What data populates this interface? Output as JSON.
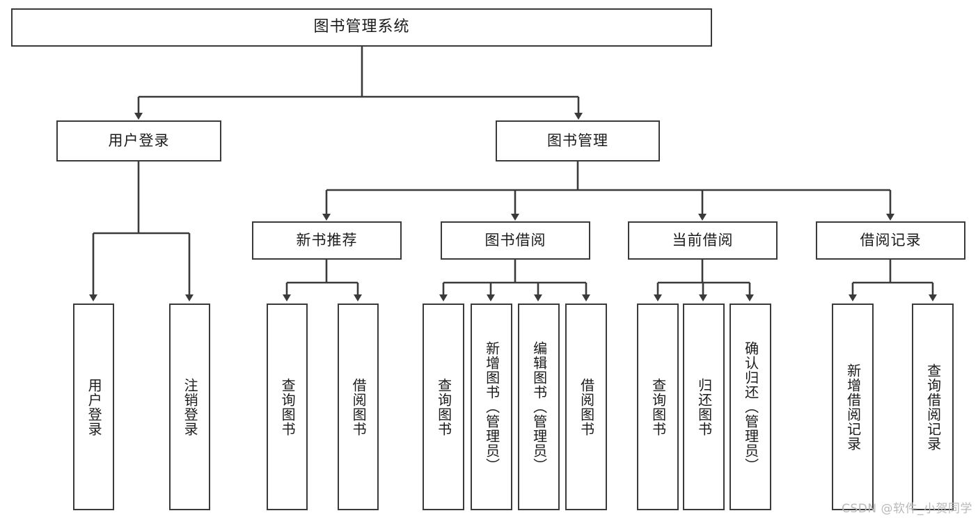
{
  "diagram": {
    "title": "图书管理系统",
    "type": "tree-hierarchy-diagram",
    "root": {
      "label": "图书管理系统"
    },
    "level2": [
      {
        "label": "用户登录"
      },
      {
        "label": "图书管理"
      }
    ],
    "level3": [
      {
        "label": "新书推荐"
      },
      {
        "label": "图书借阅"
      },
      {
        "label": "当前借阅"
      },
      {
        "label": "借阅记录"
      }
    ],
    "leaves": {
      "user_login": [
        {
          "label": "用户登录"
        },
        {
          "label": "注销登录"
        }
      ],
      "new_book_recommend": [
        {
          "label": "查询图书"
        },
        {
          "label": "借阅图书"
        }
      ],
      "book_borrow": [
        {
          "label": "查询图书"
        },
        {
          "label": "新增图书（管理员）"
        },
        {
          "label": "编辑图书（管理员）"
        },
        {
          "label": "借阅图书"
        }
      ],
      "current_borrow": [
        {
          "label": "查询图书"
        },
        {
          "label": "归还图书"
        },
        {
          "label": "确认归还（管理员）"
        }
      ],
      "borrow_record": [
        {
          "label": "新增借阅记录"
        },
        {
          "label": "查询借阅记录"
        }
      ]
    }
  },
  "watermark": {
    "text": "CSDN @软件_小贺同学"
  },
  "colors": {
    "box_border": "#3a3a3a",
    "box_fill": "#ffffff",
    "connector": "#3a3a3a",
    "text": "#1b1b1b",
    "watermark": "#b9b9b9"
  }
}
